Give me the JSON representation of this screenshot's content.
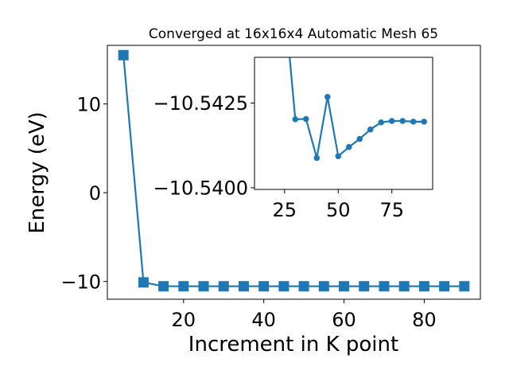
{
  "chart_data": [
    {
      "type": "line",
      "title": "Converged at 16x16x4 Automatic Mesh 65",
      "xlabel": "Increment in K point",
      "ylabel": "Energy (eV)",
      "xlim": [
        1,
        94
      ],
      "ylim": [
        -12,
        16.6
      ],
      "xticks": [
        20,
        40,
        60,
        80
      ],
      "yticks": [
        -10,
        0,
        10
      ],
      "color": "#1f77b4",
      "marker": "square",
      "series": [
        {
          "x": [
            5,
            10,
            15,
            20,
            25,
            30,
            35,
            40,
            45,
            50,
            55,
            60,
            65,
            70,
            75,
            80,
            85,
            90
          ],
          "y": [
            15.5,
            -10.1,
            -10.54,
            -10.54,
            -10.54,
            -10.54,
            -10.54,
            -10.54,
            -10.54,
            -10.54,
            -10.54,
            -10.54,
            -10.54,
            -10.54,
            -10.54,
            -10.54,
            -10.54,
            -10.54
          ]
        }
      ]
    },
    {
      "type": "line",
      "role": "inset",
      "xlim": [
        11,
        94
      ],
      "ylim": [
        -10.53995,
        -10.54385
      ],
      "xticks": [
        25,
        50,
        75
      ],
      "yticks": [
        -10.54,
        -10.5425
      ],
      "ytick_labels": [
        "−10.5400",
        "−10.5425"
      ],
      "color": "#1f77b4",
      "marker": "circle",
      "series": [
        {
          "x": [
            25,
            30,
            35,
            40,
            45,
            50,
            55,
            60,
            65,
            70,
            75,
            80,
            85,
            90
          ],
          "y": [
            -10.5455,
            -10.54202,
            -10.54203,
            -10.54088,
            -10.54268,
            -10.54093,
            -10.5412,
            -10.54144,
            -10.54172,
            -10.54193,
            -10.54197,
            -10.54197,
            -10.54195,
            -10.54195
          ]
        }
      ]
    }
  ]
}
